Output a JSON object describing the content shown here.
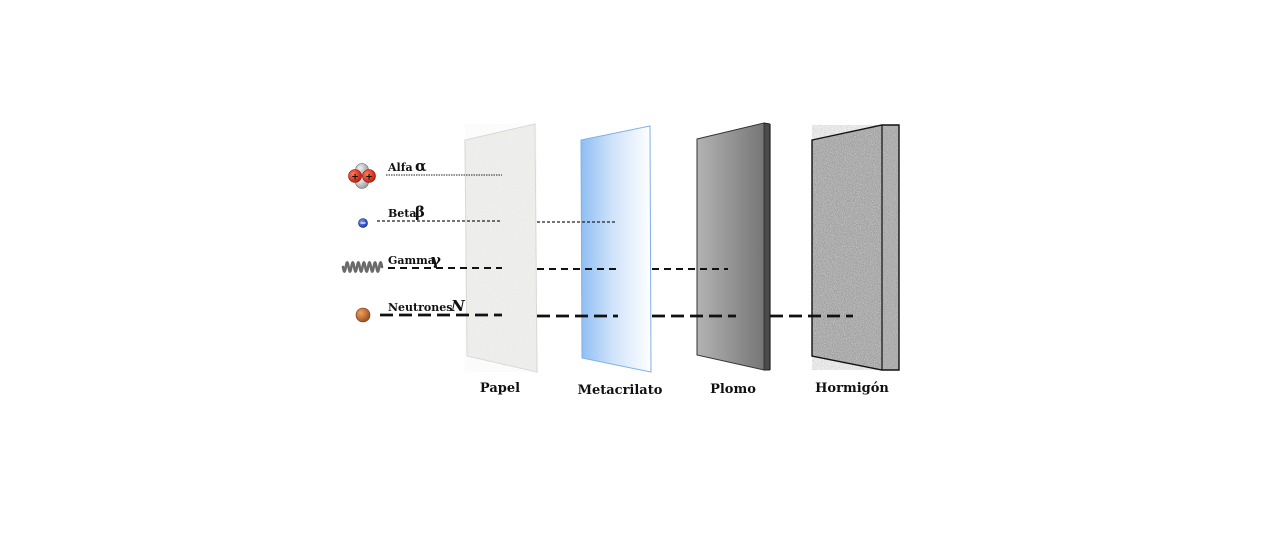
{
  "radiations": [
    {
      "name": "Alfa",
      "symbol": "α",
      "particle_icon": "alpha-particle-icon",
      "stops_after": "Papel"
    },
    {
      "name": "Beta",
      "symbol": "β",
      "particle_icon": "beta-particle-icon",
      "stops_after": "Metacrilato"
    },
    {
      "name": "Gamma",
      "symbol": "γ",
      "particle_icon": "gamma-wave-icon",
      "stops_after": "Plomo"
    },
    {
      "name": "Neutrones",
      "symbol": "N",
      "particle_icon": "neutron-particle-icon",
      "stops_after": "Hormigón"
    }
  ],
  "shields": [
    {
      "name": "Papel",
      "material_icon": "paper-panel"
    },
    {
      "name": "Metacrilato",
      "material_icon": "methacrylate-panel"
    },
    {
      "name": "Plomo",
      "material_icon": "lead-panel"
    },
    {
      "name": "Hormigón",
      "material_icon": "concrete-panel"
    }
  ],
  "colors": {
    "alpha_proton": "#e0301e",
    "beta_electron": "#2a4fd0",
    "gamma_wave": "#666666",
    "neutron": "#b8642a",
    "paper": "#ededeb",
    "methacrylate_edge": "#9cc6f5",
    "lead": "#8a8a8a",
    "concrete": "#8c8c8c"
  }
}
